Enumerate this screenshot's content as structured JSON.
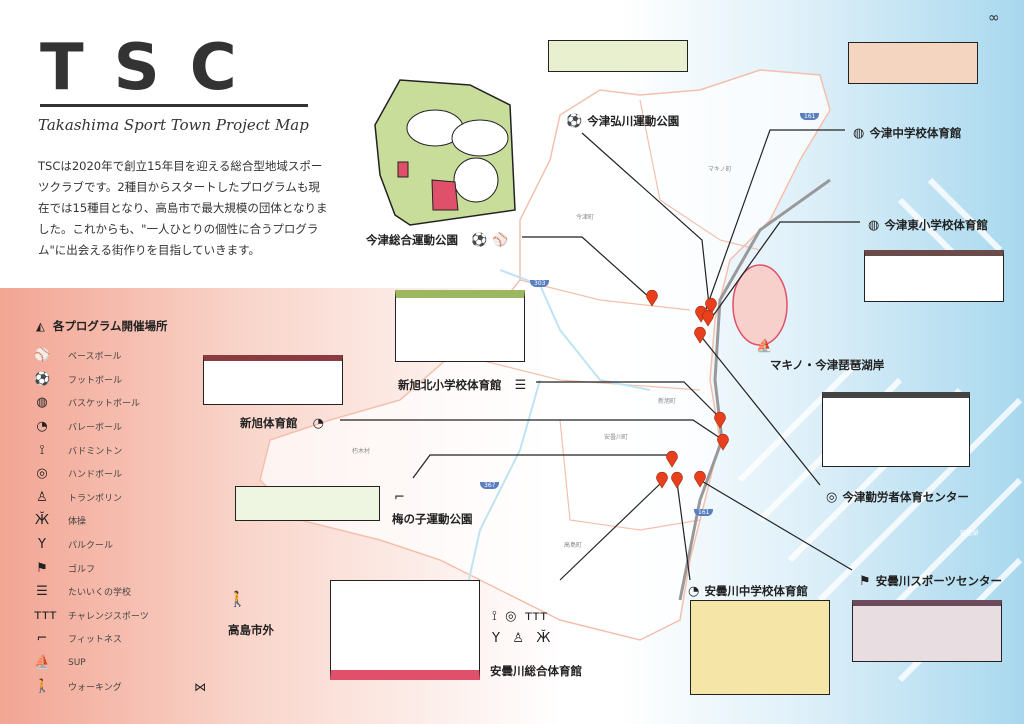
{
  "header": {
    "logo": "TSC",
    "subtitle": "Takashima Sport Town Project Map",
    "description": "TSCは2020年で創立15年目を迎える総合型地域スポーツクラブです。2種目からスタートしたプログラムも現在では15種目となり、高島市で最大規模の団体となりました。これからも、\"一人ひとりの個性に合うプログラム\"に出会える街作りを目指していきます。"
  },
  "legend": {
    "title": "各プログラム開催場所",
    "items": [
      {
        "icon": "baseball-icon",
        "glyph": "⚾",
        "label": "ベースボール"
      },
      {
        "icon": "soccer-icon",
        "glyph": "⚽",
        "label": "フットボール"
      },
      {
        "icon": "basketball-icon",
        "glyph": "◍",
        "label": "バスケットボール"
      },
      {
        "icon": "volleyball-icon",
        "glyph": "◔",
        "label": "バレーボール"
      },
      {
        "icon": "badminton-icon",
        "glyph": "⟟",
        "label": "バドミントン"
      },
      {
        "icon": "handball-icon",
        "glyph": "◎",
        "label": "ハンドボール"
      },
      {
        "icon": "trampoline-icon",
        "glyph": "♙",
        "label": "トランポリン"
      },
      {
        "icon": "gymnastics-icon",
        "glyph": "Ӂ",
        "label": "体操"
      },
      {
        "icon": "parkour-icon",
        "glyph": "Y",
        "label": "パルクール"
      },
      {
        "icon": "golf-icon",
        "glyph": "⚑",
        "label": "ゴルフ"
      },
      {
        "icon": "pe-school-icon",
        "glyph": "☰",
        "label": "たいいくの学校"
      },
      {
        "icon": "challenge-sports-icon",
        "glyph": "ттт",
        "label": "チャレンジスポーツ"
      },
      {
        "icon": "fitness-icon",
        "glyph": "⌐",
        "label": "フィットネス"
      },
      {
        "icon": "sup-icon",
        "glyph": "⛵",
        "label": "SUP"
      },
      {
        "icon": "walking-icon",
        "glyph": "🚶",
        "label": "ウォーキング"
      }
    ]
  },
  "venues": {
    "imazu_hirokawa": "今津弘川運動公園",
    "imazu_jhs": "今津中学校体育館",
    "imazu_higashi_es": "今津東小学校体育館",
    "imazu_sogo": "今津総合運動公園",
    "makino_lakeshore": "マキノ・今津琵琶湖岸",
    "shinasahi_kita_es": "新旭北小学校体育館",
    "shinasahi_gym": "新旭体育館",
    "umenoko": "梅の子運動公園",
    "imazu_kinrosha": "今津勤労者体育センター",
    "adogawa_sports": "安曇川スポーツセンター",
    "adogawa_jhs": "安曇川中学校体育館",
    "adogawa_sogo": "安曇川総合体育館",
    "outside": "高島市外"
  },
  "map_labels": {
    "makino": "マキノ町",
    "imazu": "今津町",
    "shinasahi": "新旭町",
    "adogawa": "安曇川町",
    "kutsuki": "朽木村",
    "takashima": "高島町",
    "biwako": "琵琶湖",
    "route303": "303",
    "route161a": "161",
    "route161b": "161",
    "route367": "367"
  },
  "colors": {
    "pin": "#e8401c",
    "accent_left": "#f2a593",
    "accent_right": "#a8d8ee",
    "park_green": "#c9dd9a",
    "court_red": "#e0506a"
  }
}
